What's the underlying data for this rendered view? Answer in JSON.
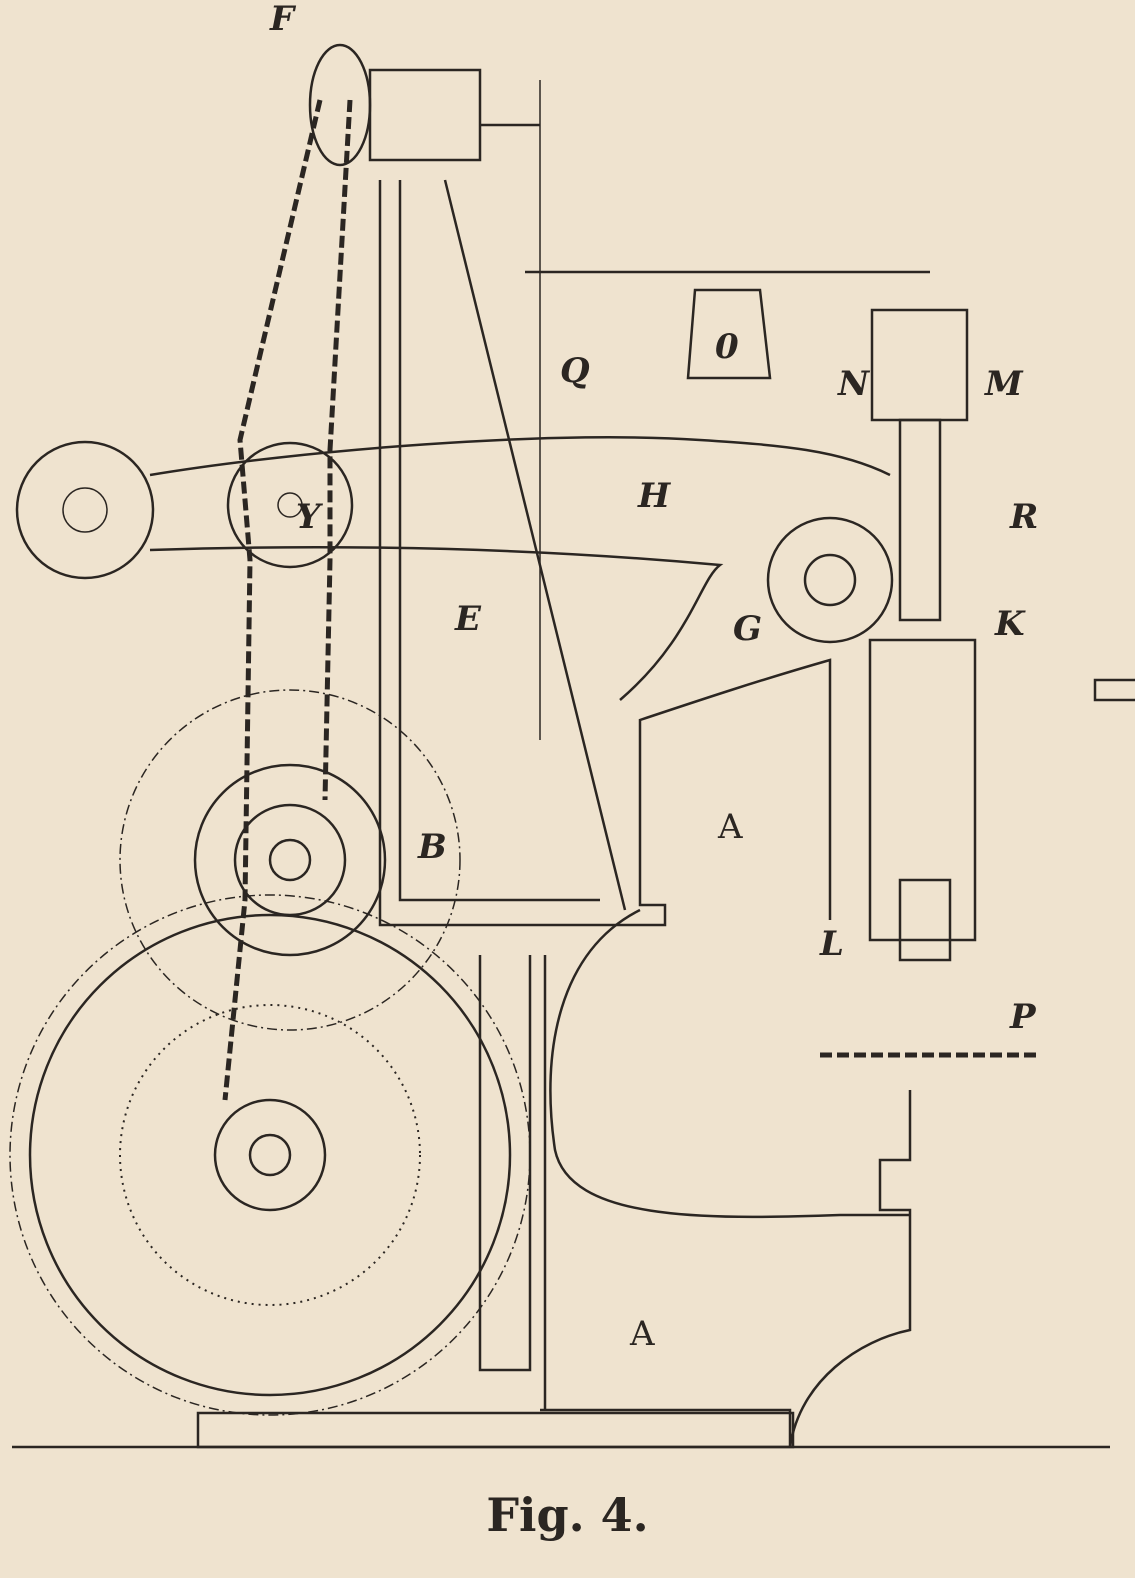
{
  "figure": {
    "caption": "Fig. 4.",
    "labels": {
      "F": "F",
      "Q": "Q",
      "O": "0",
      "N": "N",
      "M": "M",
      "H": "H",
      "Y": "Y",
      "R": "R",
      "E": "E",
      "G": "G",
      "K": "K",
      "A_upper": "A",
      "B": "B",
      "L": "L",
      "P": "P",
      "A_lower": "A"
    }
  },
  "colors": {
    "paper": "#efe3cf",
    "ink": "#2b2622"
  }
}
